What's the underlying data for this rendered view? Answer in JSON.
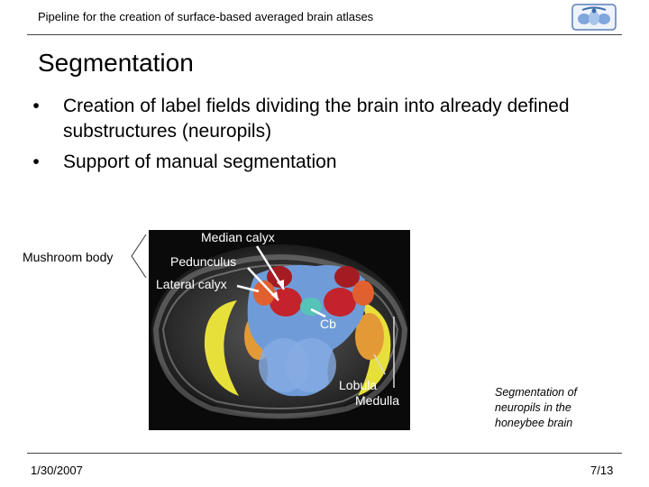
{
  "header": {
    "title": "Pipeline for the creation of surface-based averaged brain atlases"
  },
  "slide": {
    "title": "Segmentation",
    "bullets": [
      {
        "marker": "•",
        "text": "Creation of label fields dividing the brain into already defined substructures (neuropils)"
      },
      {
        "marker": "•",
        "text": "Support of manual segmentation"
      }
    ]
  },
  "figure": {
    "labels": {
      "mushroom_body": "Mushroom body",
      "median_calyx": "Median calyx",
      "pedunculus": "Pedunculus",
      "lateral_calyx": "Lateral calyx",
      "cb": "Cb",
      "lobula": "Lobula",
      "medulla": "Medulla"
    },
    "caption": "Segmentation of neuropils in the honeybee brain",
    "colors": {
      "background": "#0a0a0a",
      "central_body": "#6f9cd9",
      "calyx": "#c4232b",
      "lateral_calyx": "#e0612f",
      "cb": "#56c3b8",
      "lobula": "#e39a36",
      "medulla": "#e8e03a"
    }
  },
  "footer": {
    "date": "1/30/2007",
    "page": "7/13"
  },
  "logo": {
    "icon": "institution-logo-icon"
  }
}
